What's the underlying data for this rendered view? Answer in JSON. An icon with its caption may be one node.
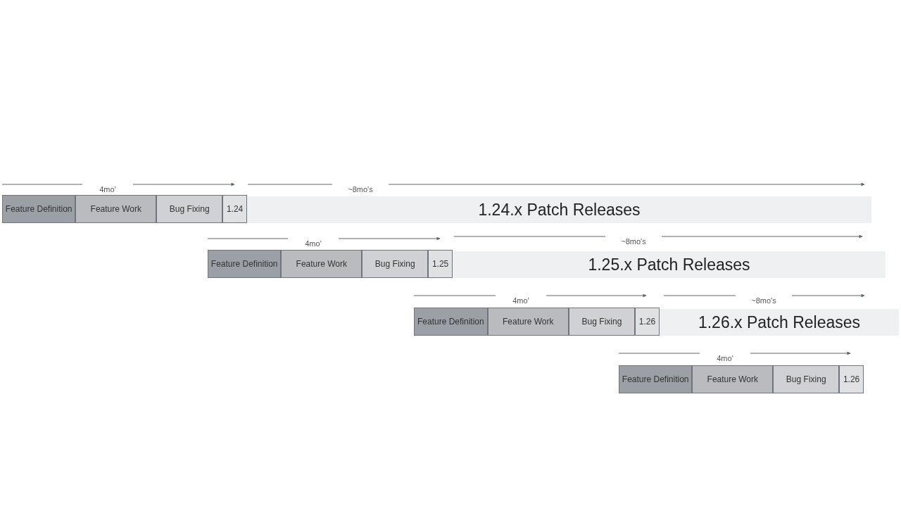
{
  "diagram": {
    "nodes": [
      {
        "text": [
          "Feature Definition"
        ]
      },
      {
        "text": [
          "Feature Work"
        ]
      },
      {
        "text": [
          "Bug Fixing"
        ]
      },
      {
        "text": [
          "1.24"
        ]
      },
      {
        "text": [
          "1.24.x Patch Releases"
        ]
      },
      {
        "text": [
          "Feature Definition"
        ]
      },
      {
        "text": [
          "Feature Work"
        ]
      },
      {
        "text": [
          "Bug Fixing"
        ]
      },
      {
        "text": [
          "1.25"
        ]
      },
      {
        "text": [
          "1.25.x Patch Releases"
        ]
      },
      {
        "text": [
          "Feature Definition"
        ]
      },
      {
        "text": [
          "Feature Work"
        ]
      },
      {
        "text": [
          "Bug Fixing"
        ]
      },
      {
        "text": [
          "1.26"
        ]
      },
      {
        "text": [
          "1.26.x Patch Releases"
        ]
      },
      {
        "text": [
          "Feature Definition"
        ]
      },
      {
        "text": [
          "Feature Work"
        ]
      },
      {
        "text": [
          "Bug Fixing"
        ]
      },
      {
        "text": [
          "1.26"
        ]
      }
    ],
    "edges": [],
    "labels": [
      "4mo'",
      "~8mo's",
      "4mo'",
      "~8mo's",
      "4mo'",
      "~8mo's",
      "4mo'"
    ]
  }
}
